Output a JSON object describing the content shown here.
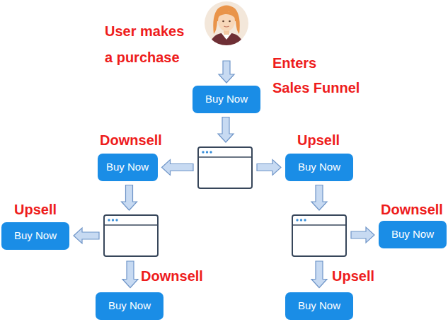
{
  "diagram": {
    "nodes": [
      {
        "text": [
          "Buy Now"
        ]
      },
      {
        "text": [
          "Buy Now"
        ]
      },
      {
        "text": []
      },
      {
        "text": [
          "Buy Now"
        ]
      },
      {
        "text": [
          "Buy Now"
        ]
      },
      {
        "text": []
      },
      {
        "text": []
      },
      {
        "text": [
          "Buy Now"
        ]
      },
      {
        "text": [
          "Buy Now"
        ]
      },
      {
        "text": [
          "Buy Now"
        ]
      }
    ],
    "edges": [
      {
        "from": 0,
        "to": 2,
        "arrow": "to"
      },
      {
        "from": 2,
        "to": 1,
        "arrow": "to"
      },
      {
        "from": 2,
        "to": 3,
        "arrow": "to"
      },
      {
        "from": 1,
        "to": 5,
        "arrow": "to"
      },
      {
        "from": 5,
        "to": 4,
        "arrow": "to"
      },
      {
        "from": 5,
        "to": 8,
        "arrow": "to"
      },
      {
        "from": 3,
        "to": 6,
        "arrow": "to"
      },
      {
        "from": 6,
        "to": 7,
        "arrow": "to"
      },
      {
        "from": 6,
        "to": 9,
        "arrow": "to"
      }
    ],
    "labels": [
      "User makes a purchase",
      "Enters Sales Funnel",
      "Downsell",
      "Upsell",
      "Upsell",
      "Downsell",
      "Downsell",
      "Upsell"
    ]
  }
}
